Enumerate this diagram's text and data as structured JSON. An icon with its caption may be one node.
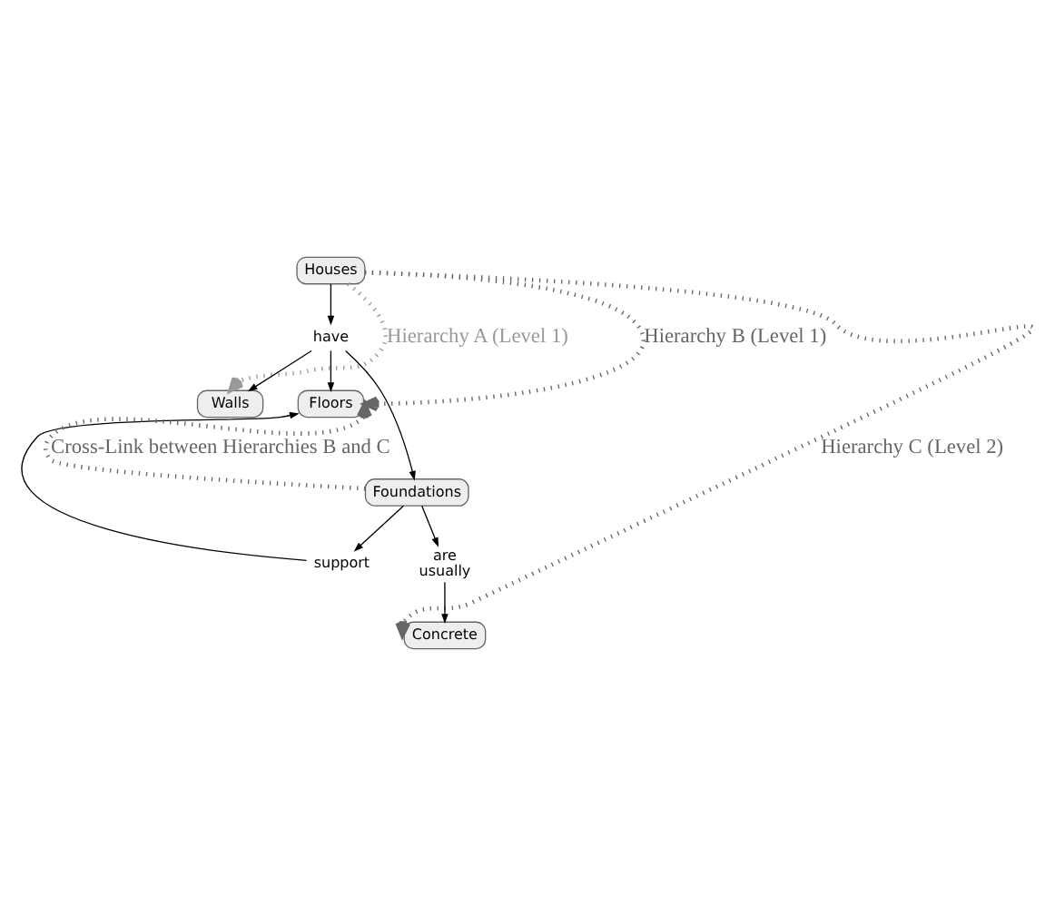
{
  "diagram": {
    "nodes": [
      {
        "text": [
          "Houses"
        ]
      },
      {
        "text": [
          "have"
        ]
      },
      {
        "text": [
          "Walls"
        ]
      },
      {
        "text": [
          "Floors"
        ]
      },
      {
        "text": [
          "support"
        ]
      },
      {
        "text": [
          "Foundations"
        ]
      },
      {
        "text": [
          "are usually"
        ]
      },
      {
        "text": [
          "Concrete"
        ]
      }
    ],
    "edges": [
      {
        "from": 0,
        "to": 1,
        "arrow": "to"
      },
      {
        "from": 1,
        "to": 2,
        "arrow": "to"
      },
      {
        "from": 1,
        "to": 3,
        "arrow": "to"
      },
      {
        "from": 1,
        "to": 5,
        "arrow": "to"
      },
      {
        "from": 5,
        "to": 4,
        "arrow": "to"
      },
      {
        "from": 4,
        "to": 3,
        "arrow": "to"
      },
      {
        "from": 5,
        "to": 6,
        "arrow": "to"
      },
      {
        "from": 6,
        "to": 7,
        "arrow": "to"
      },
      {
        "from": 0,
        "to": 2,
        "arrow": "to",
        "label": "Hierarchy A (Level 1)",
        "style": "dashed",
        "color": "#999999"
      },
      {
        "from": 0,
        "to": 3,
        "arrow": "to",
        "label": "Hierarchy B (Level 1)",
        "style": "dashed",
        "color": "#666666"
      },
      {
        "from": 0,
        "to": 7,
        "arrow": "to",
        "label": "Hierarchy C (Level 2)",
        "style": "dashed",
        "color": "#666666"
      },
      {
        "from": 5,
        "to": 3,
        "arrow": "to",
        "label": "Cross-Link between Hierarchies B and C",
        "style": "dashed",
        "color": "#666666"
      }
    ]
  }
}
